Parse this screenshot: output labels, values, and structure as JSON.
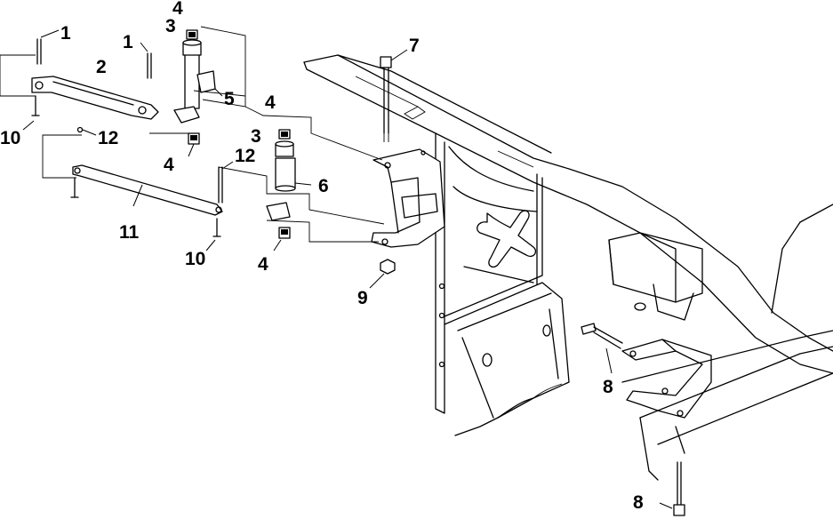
{
  "diagram": {
    "callouts": {
      "c1a": "1",
      "c1b": "1",
      "c2": "2",
      "c3a": "3",
      "c3b": "3",
      "c4a": "4",
      "c4b": "4",
      "c4c": "4",
      "c4d": "4",
      "c5": "5",
      "c6": "6",
      "c7": "7",
      "c8a": "8",
      "c8b": "8",
      "c9": "9",
      "c10a": "10",
      "c10b": "10",
      "c11": "11",
      "c12a": "12",
      "c12b": "12"
    }
  }
}
